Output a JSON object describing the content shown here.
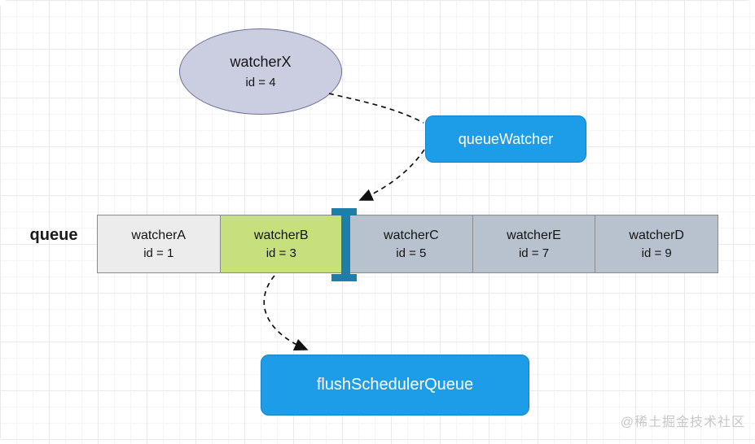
{
  "diagram": {
    "nodes": {
      "watcherX": {
        "title": "watcherX",
        "id_text": "id = 4",
        "fill": "#cbcee0",
        "border": "#70719a"
      },
      "queueWatcher": {
        "label": "queueWatcher",
        "fill": "#1d9de8",
        "text_color": "#ffffff"
      },
      "flushSchedulerQueue": {
        "label": "flushSchedulerQueue",
        "fill": "#1d9de8",
        "text_color": "#ffffff"
      }
    },
    "queue": {
      "label": "queue",
      "cells": [
        {
          "name": "watcherA",
          "id_text": "id = 1",
          "fill": "#ececec"
        },
        {
          "name": "watcherB",
          "id_text": "id = 3",
          "fill": "#c5e07c"
        },
        {
          "name": "watcherC",
          "id_text": "id = 5",
          "fill": "#b8c2ce"
        },
        {
          "name": "watcherE",
          "id_text": "id = 7",
          "fill": "#b8c2ce"
        },
        {
          "name": "watcherD",
          "id_text": "id = 9",
          "fill": "#b8c2ce"
        }
      ],
      "insertion_cursor_color": "#1f7ea8",
      "cell_border_color": "#8b8b8b"
    },
    "edges": [
      {
        "from": "watcherX",
        "to": "queueWatcher",
        "style": "dashed"
      },
      {
        "from": "queueWatcher",
        "to": "queue-insertion-point",
        "style": "dashed-arrow"
      },
      {
        "from": "watcherB",
        "to": "flushSchedulerQueue",
        "style": "dashed-arrow"
      }
    ],
    "watermark": "@稀土掘金技术社区"
  }
}
